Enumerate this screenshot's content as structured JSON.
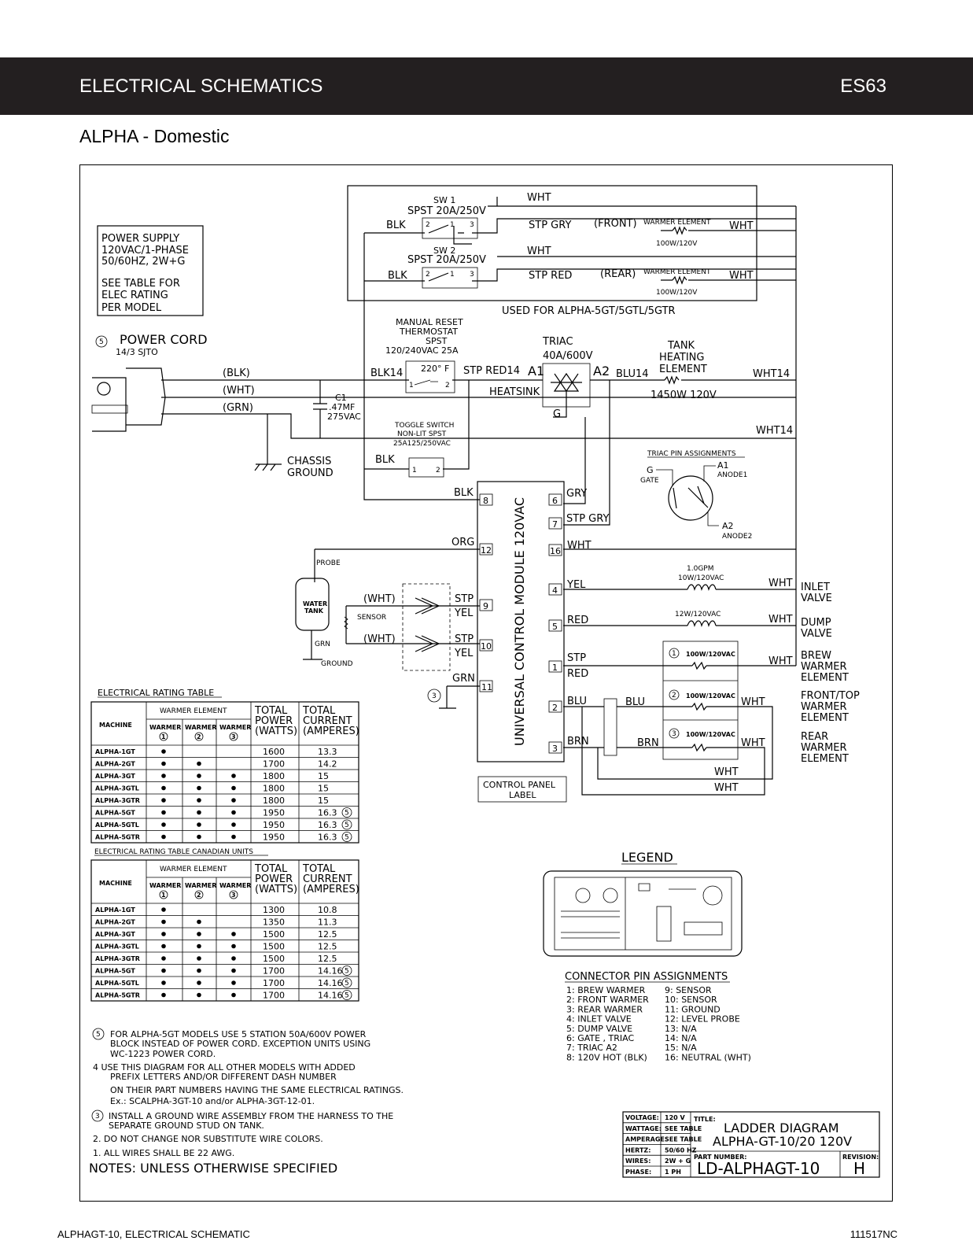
{
  "header": {
    "title": "ELECTRICAL SCHEMATICS",
    "code": "ES63"
  },
  "subtitle": "ALPHA - Domestic",
  "footer": {
    "left": "ALPHAGT-10, ELECTRICAL SCHEMATIC",
    "right": "111517NC"
  },
  "power_supply": [
    "POWER SUPPLY",
    "120VAC/1-PHASE",
    "50/60HZ, 2W+G",
    "SEE TABLE FOR",
    "ELEC RATING",
    "PER MODEL"
  ],
  "labels": {
    "sw1": "SW 1",
    "sw2": "SW 2",
    "spst": "SPST 20A/250V",
    "wht": "WHT",
    "blk": "BLK",
    "stp_gry": "STP GRY",
    "stp_red": "STP RED",
    "front": "(FRONT)",
    "rear": "(REAR)",
    "warmer_element": "WARMER ELEMENT",
    "w100": "100W/120V",
    "used_for": "USED FOR ALPHA-5GT/5GTL/5GTR",
    "thermo": [
      "MANUAL RESET",
      "THERMOSTAT",
      "SPST",
      "120/240VAC 25A"
    ],
    "temp": "220° F",
    "power_cord": "POWER CORD",
    "cord_type": "14/3 SJTO",
    "blk_p": "(BLK)",
    "wht_p": "(WHT)",
    "grn_p": "(GRN)",
    "c1": [
      "C1",
      ".47MF",
      "275VAC"
    ],
    "blk14": "BLK14",
    "stp_red14": "STP RED14",
    "a1": "A1",
    "a2": "A2",
    "blu14": "BLU14",
    "wht14": "WHT14",
    "triac": [
      "TRIAC",
      "40A/600V"
    ],
    "heatsink": "HEATSINK",
    "g": "G",
    "tank_heat": [
      "TANK",
      "HEATING",
      "ELEMENT"
    ],
    "w1450": "1450W 120V",
    "toggle": [
      "TOGGLE SWITCH",
      "NON-LIT SPST",
      "25A125/250VAC"
    ],
    "chassis": [
      "CHASSIS",
      "GROUND"
    ],
    "triac_pins": "TRIAC PIN ASSIGNMENTS",
    "gate": "GATE",
    "anode1": "ANODE1",
    "anode2": "ANODE2",
    "module": "UNIVERSAL CONTROL MODULE 120VAC",
    "gry": "GRY",
    "org": "ORG",
    "probe": "PROBE",
    "water_tank": [
      "WATER",
      "TANK"
    ],
    "sensor": "SENSOR",
    "grn": "GRN",
    "ground": "GROUND",
    "wht_pp": "(WHT)",
    "stp": "STP",
    "yel": "YEL",
    "red": "RED",
    "blu": "BLU",
    "brn": "BRN",
    "gpm": [
      "1.0GPM",
      "10W/120VAC"
    ],
    "w12": "12W/120VAC",
    "w100vac": "100W/120VAC",
    "inlet": [
      "INLET",
      "VALVE"
    ],
    "dump": [
      "DUMP",
      "VALVE"
    ],
    "brew_warmer": [
      "BREW",
      "WARMER",
      "ELEMENT"
    ],
    "front_warmer": [
      "FRONT/TOP",
      "WARMER",
      "ELEMENT"
    ],
    "rear_warmer": [
      "REAR",
      "WARMER",
      "ELEMENT"
    ],
    "control_panel": [
      "CONTROL PANEL",
      "LABEL"
    ],
    "pins": {
      "p8": "8",
      "p12": "12",
      "p9": "9",
      "p10": "10",
      "p11": "11",
      "p6": "6",
      "p7": "7",
      "p16": "16",
      "p4": "4",
      "p5": "5",
      "p1": "1",
      "p2": "2",
      "p3": "3"
    },
    "circ": {
      "c1": "1",
      "c2": "2",
      "c3": "3",
      "c5": "5"
    },
    "legend": "LEGEND"
  },
  "table1": {
    "title": "ELECTRICAL RATING TABLE",
    "headers": {
      "machine": "MACHINE",
      "warmer": "WARMER ELEMENT",
      "sub": "WARMER",
      "power": [
        "TOTAL",
        "POWER",
        "(WATTS)"
      ],
      "current": [
        "TOTAL",
        "CURRENT",
        "(AMPERES)"
      ]
    },
    "rows": [
      {
        "m": "ALPHA-1GT",
        "w": [
          true,
          false,
          false
        ],
        "p": "1600",
        "c": "13.3",
        "note": false
      },
      {
        "m": "ALPHA-2GT",
        "w": [
          true,
          true,
          false
        ],
        "p": "1700",
        "c": "14.2",
        "note": false
      },
      {
        "m": "ALPHA-3GT",
        "w": [
          true,
          true,
          true
        ],
        "p": "1800",
        "c": "15",
        "note": false
      },
      {
        "m": "ALPHA-3GTL",
        "w": [
          true,
          true,
          true
        ],
        "p": "1800",
        "c": "15",
        "note": false
      },
      {
        "m": "ALPHA-3GTR",
        "w": [
          true,
          true,
          true
        ],
        "p": "1800",
        "c": "15",
        "note": false
      },
      {
        "m": "ALPHA-5GT",
        "w": [
          true,
          true,
          true
        ],
        "p": "1950",
        "c": "16.3",
        "note": true
      },
      {
        "m": "ALPHA-5GTL",
        "w": [
          true,
          true,
          true
        ],
        "p": "1950",
        "c": "16.3",
        "note": true
      },
      {
        "m": "ALPHA-5GTR",
        "w": [
          true,
          true,
          true
        ],
        "p": "1950",
        "c": "16.3",
        "note": true
      }
    ]
  },
  "table2": {
    "title": "ELECTRICAL RATING TABLE CANADIAN UNITS",
    "rows": [
      {
        "m": "ALPHA-1GT",
        "w": [
          true,
          false,
          false
        ],
        "p": "1300",
        "c": "10.8",
        "note": false
      },
      {
        "m": "ALPHA-2GT",
        "w": [
          true,
          true,
          false
        ],
        "p": "1350",
        "c": "11.3",
        "note": false
      },
      {
        "m": "ALPHA-3GT",
        "w": [
          true,
          true,
          true
        ],
        "p": "1500",
        "c": "12.5",
        "note": false
      },
      {
        "m": "ALPHA-3GTL",
        "w": [
          true,
          true,
          true
        ],
        "p": "1500",
        "c": "12.5",
        "note": false
      },
      {
        "m": "ALPHA-3GTR",
        "w": [
          true,
          true,
          true
        ],
        "p": "1500",
        "c": "12.5",
        "note": false
      },
      {
        "m": "ALPHA-5GT",
        "w": [
          true,
          true,
          true
        ],
        "p": "1700",
        "c": "14.16",
        "note": true
      },
      {
        "m": "ALPHA-5GTL",
        "w": [
          true,
          true,
          true
        ],
        "p": "1700",
        "c": "14.16",
        "note": true
      },
      {
        "m": "ALPHA-5GTR",
        "w": [
          true,
          true,
          true
        ],
        "p": "1700",
        "c": "14.16",
        "note": true
      }
    ]
  },
  "connector_pins": {
    "title": "CONNECTOR PIN ASSIGNMENTS",
    "left": [
      "1: BREW WARMER",
      "2: FRONT WARMER",
      "3: REAR WARMER",
      "4: INLET VALVE",
      "5: DUMP VALVE",
      "6: GATE , TRIAC",
      "7: TRIAC A2",
      "8: 120V HOT (BLK)"
    ],
    "right": [
      "9: SENSOR",
      "10: SENSOR",
      "11: GROUND",
      "12: LEVEL PROBE",
      "13: N/A",
      "14: N/A",
      "15: N/A",
      "16: NEUTRAL (WHT)"
    ]
  },
  "notes": {
    "n5": [
      "FOR ALPHA-5GT MODELS USE 5 STATION 50A/600V POWER",
      "BLOCK INSTEAD OF POWER CORD.  EXCEPTION UNITS USING",
      "WC-1223 POWER CORD."
    ],
    "n4": [
      "4   USE THIS DIAGRAM FOR ALL OTHER MODELS WITH ADDED",
      "PREFIX LETTERS AND/OR DIFFERENT DASH NUMBER",
      "ON THEIR PART NUMBERS HAVING THE SAME ELECTRICAL RATINGS.",
      "Ex.:   SCALPHA-3GT-10 and/or ALPHA-3GT-12-01."
    ],
    "n3": [
      "INSTALL A GROUND WIRE ASSEMBLY FROM THE HARNESS TO THE",
      "SEPARATE GROUND STUD ON TANK."
    ],
    "n2": "2. DO NOT CHANGE NOR SUBSTITUTE WIRE COLORS.",
    "n1": "1. ALL WIRES SHALL BE 22 AWG.",
    "heading": "NOTES: UNLESS OTHERWISE SPECIFIED"
  },
  "title_block": {
    "specs": [
      [
        "VOLTAGE:",
        "120 V"
      ],
      [
        "WATTAGE:",
        "SEE TABLE"
      ],
      [
        "AMPERAGE:",
        "SEE TABLE"
      ],
      [
        "HERTZ:",
        "50/60 HZ"
      ],
      [
        "WIRES:",
        "2W + G"
      ],
      [
        "PHASE:",
        "1 PH"
      ]
    ],
    "title_label": "TITLE:",
    "title1": "LADDER DIAGRAM",
    "title2": "ALPHA-GT-10/20 120V",
    "part_label": "PART NUMBER:",
    "part": "LD-ALPHAGT-10",
    "rev_label": "REVISION:",
    "rev": "H"
  }
}
